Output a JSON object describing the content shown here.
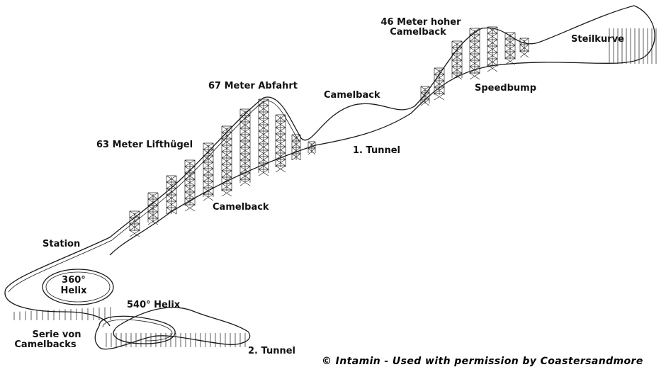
{
  "diagram": {
    "labels": {
      "station": "Station",
      "helix360": [
        "360°",
        "Helix"
      ],
      "lift": "63 Meter Lifthügel",
      "drop": "67 Meter Abfahrt",
      "camelback_low": "Camelback",
      "camelback_mid": "Camelback",
      "tunnel1": "1. Tunnel",
      "camelback46": [
        "46 Meter hoher",
        "Camelback"
      ],
      "speedbump": "Speedbump",
      "steilkurve": "Steilkurve",
      "helix540": "540° Helix",
      "camelback_series": [
        "Serie von",
        "Camelbacks"
      ],
      "tunnel2": "2. Tunnel"
    },
    "credit": "© Intamin - Used with permission by Coastersandmore"
  }
}
